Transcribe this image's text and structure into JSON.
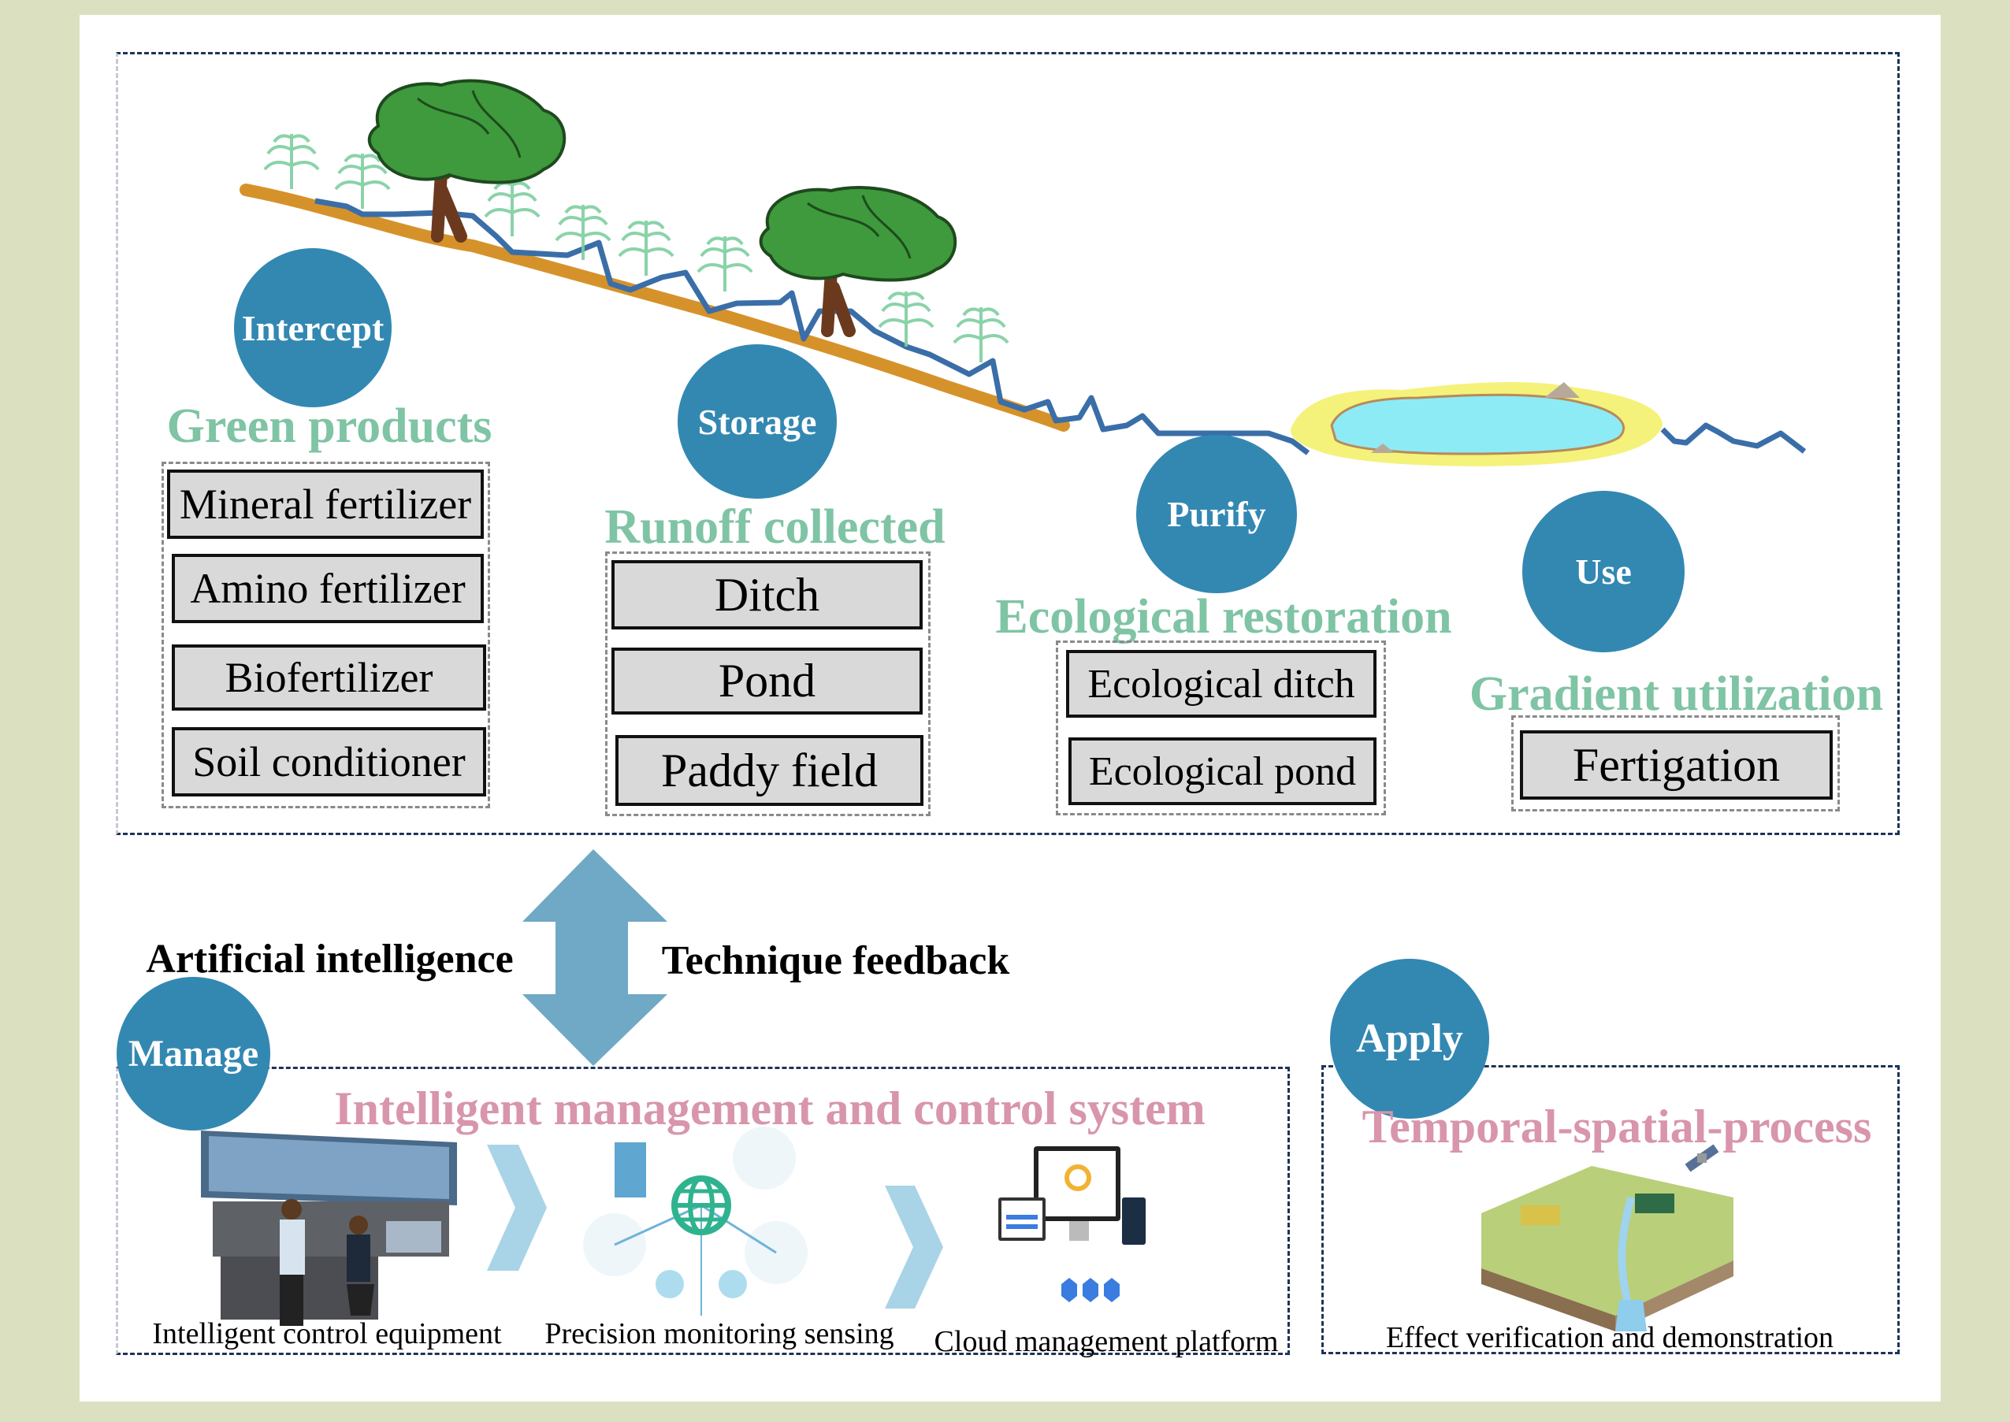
{
  "colors": {
    "background": "#DBE0C0",
    "panel": "#FFFFFF",
    "circle": "#3388B2",
    "green_heading": "#7FC4A4",
    "pink_heading": "#D895AC",
    "arrow": "#6FA9C5",
    "chevron": "#A9D3E6",
    "dash_border": "#1E3358",
    "item_box_fill": "#D9D9D9"
  },
  "stages": [
    {
      "circle_label": "Intercept",
      "heading": "Green products",
      "items": [
        "Mineral fertilizer",
        "Amino fertilizer",
        "Biofertilizer",
        "Soil conditioner"
      ]
    },
    {
      "circle_label": "Storage",
      "heading": "Runoff collected",
      "items": [
        "Ditch",
        "Pond",
        "Paddy field"
      ]
    },
    {
      "circle_label": "Purify",
      "heading": "Ecological restoration",
      "items": [
        "Ecological ditch",
        "Ecological pond"
      ]
    },
    {
      "circle_label": "Use",
      "heading": "Gradient utilization",
      "items": [
        "Fertigation"
      ]
    }
  ],
  "connector": {
    "left_label": "Artificial intelligence",
    "right_label": "Technique feedback",
    "icon": "double-vertical-arrow"
  },
  "manage": {
    "circle_label": "Manage",
    "heading": "Intelligent management and control system",
    "steps": [
      {
        "caption": "Intelligent control equipment",
        "icon": "control-room-illustration"
      },
      {
        "caption": "Precision monitoring sensing",
        "icon": "sensor-network-illustration"
      },
      {
        "caption": "Cloud management platform",
        "icon": "cloud-platform-illustration"
      }
    ],
    "separator_icon": "chevron-right"
  },
  "apply": {
    "circle_label": "Apply",
    "heading": "Temporal-spatial-process",
    "caption": "Effect verification and demonstration",
    "icon": "watershed-illustration"
  },
  "landscape": {
    "icons": [
      "tree",
      "tree",
      "crop-plants",
      "slope",
      "runoff-stream",
      "pond"
    ]
  }
}
